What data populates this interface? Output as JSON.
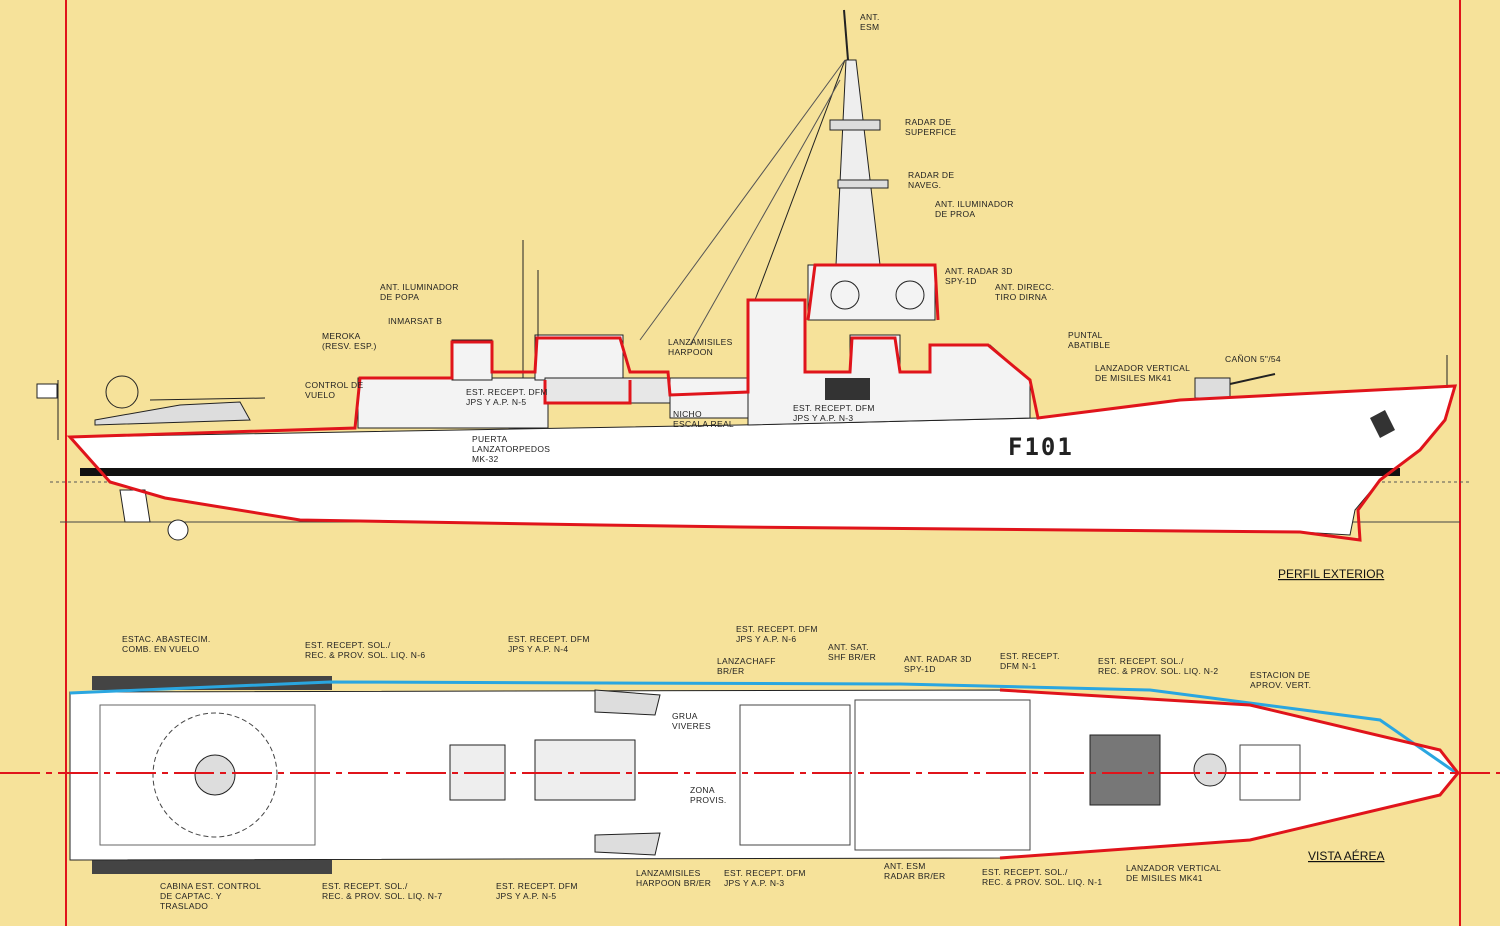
{
  "hull_number": "F101",
  "view_titles": {
    "profile": "PERFIL EXTERIOR",
    "top": "VISTA AÉREA"
  },
  "profile_labels": [
    [
      "ANT.",
      "ESM"
    ],
    [
      "RADAR DE",
      "SUPERFICE"
    ],
    [
      "RADAR DE",
      "NAVEG."
    ],
    [
      "ANT. ILUMINADOR",
      "DE PROA"
    ],
    [
      "ANT. RADAR 3D",
      "SPY-1D"
    ],
    [
      "ANT. DIRECC.",
      "TIRO DIRNA"
    ],
    [
      "PUNTAL",
      "ABATIBLE"
    ],
    [
      "CAÑON 5\"/54"
    ],
    [
      "LANZADOR VERTICAL",
      "DE MISILES MK41"
    ],
    [
      "ANT. ILUMINADOR",
      "DE POPA"
    ],
    [
      "INMARSAT B"
    ],
    [
      "MEROKA",
      "(RESV. ESP.)"
    ],
    [
      "CONTROL DE",
      "VUELO"
    ],
    [
      "EST. RECEPT. DFM",
      "JPS Y A.P. N-5"
    ],
    [
      "LANZAMISILES",
      "HARPOON"
    ],
    [
      "NICHO",
      "ESCALA REAL"
    ],
    [
      "EST. RECEPT. DFM",
      "JPS Y A.P. N-3"
    ],
    [
      "PUERTA",
      "LANZATORPEDOS",
      "MK-32"
    ]
  ],
  "top_labels": [
    [
      "ESTAC. ABASTECIM.",
      "COMB. EN VUELO"
    ],
    [
      "EST. RECEPT. SOL./",
      "REC. & PROV. SOL. LIQ. N-6"
    ],
    [
      "EST. RECEPT. DFM",
      "JPS Y A.P. N-4"
    ],
    [
      "EST. RECEPT. DFM",
      "JPS Y A.P. N-6"
    ],
    [
      "LANZACHAFF",
      "BR/ER"
    ],
    [
      "ANT. SAT.",
      "SHF BR/ER"
    ],
    [
      "ANT. RADAR 3D",
      "SPY-1D"
    ],
    [
      "EST. RECEPT.",
      "DFM N-1"
    ],
    [
      "EST. RECEPT. SOL./",
      "REC. & PROV. SOL. LIQ. N-2"
    ],
    [
      "ESTACION DE",
      "APROV. VERT."
    ],
    [
      "GRUA",
      "VIVERES"
    ],
    [
      "ZONA",
      "PROVIS."
    ],
    [
      "CABINA EST. CONTROL",
      "DE CAPTAC. Y",
      "TRASLADO"
    ],
    [
      "EST. RECEPT. SOL./",
      "REC. & PROV. SOL. LIQ. N-7"
    ],
    [
      "EST. RECEPT. DFM",
      "JPS Y A.P. N-5"
    ],
    [
      "LANZAMISILES",
      "HARPOON BR/ER"
    ],
    [
      "EST. RECEPT. DFM",
      "JPS Y A.P. N-3"
    ],
    [
      "ANT. ESM",
      "RADAR BR/ER"
    ],
    [
      "EST. RECEPT. SOL./",
      "REC. & PROV. SOL. LIQ. N-1"
    ],
    [
      "LANZADOR VERTICAL",
      "DE MISILES MK41"
    ]
  ],
  "colors": {
    "background": "#f6e29a",
    "outline": "#e0141b",
    "deck_edge": "#2aa6e0",
    "ink": "#222222",
    "hull": "#ffffff"
  }
}
